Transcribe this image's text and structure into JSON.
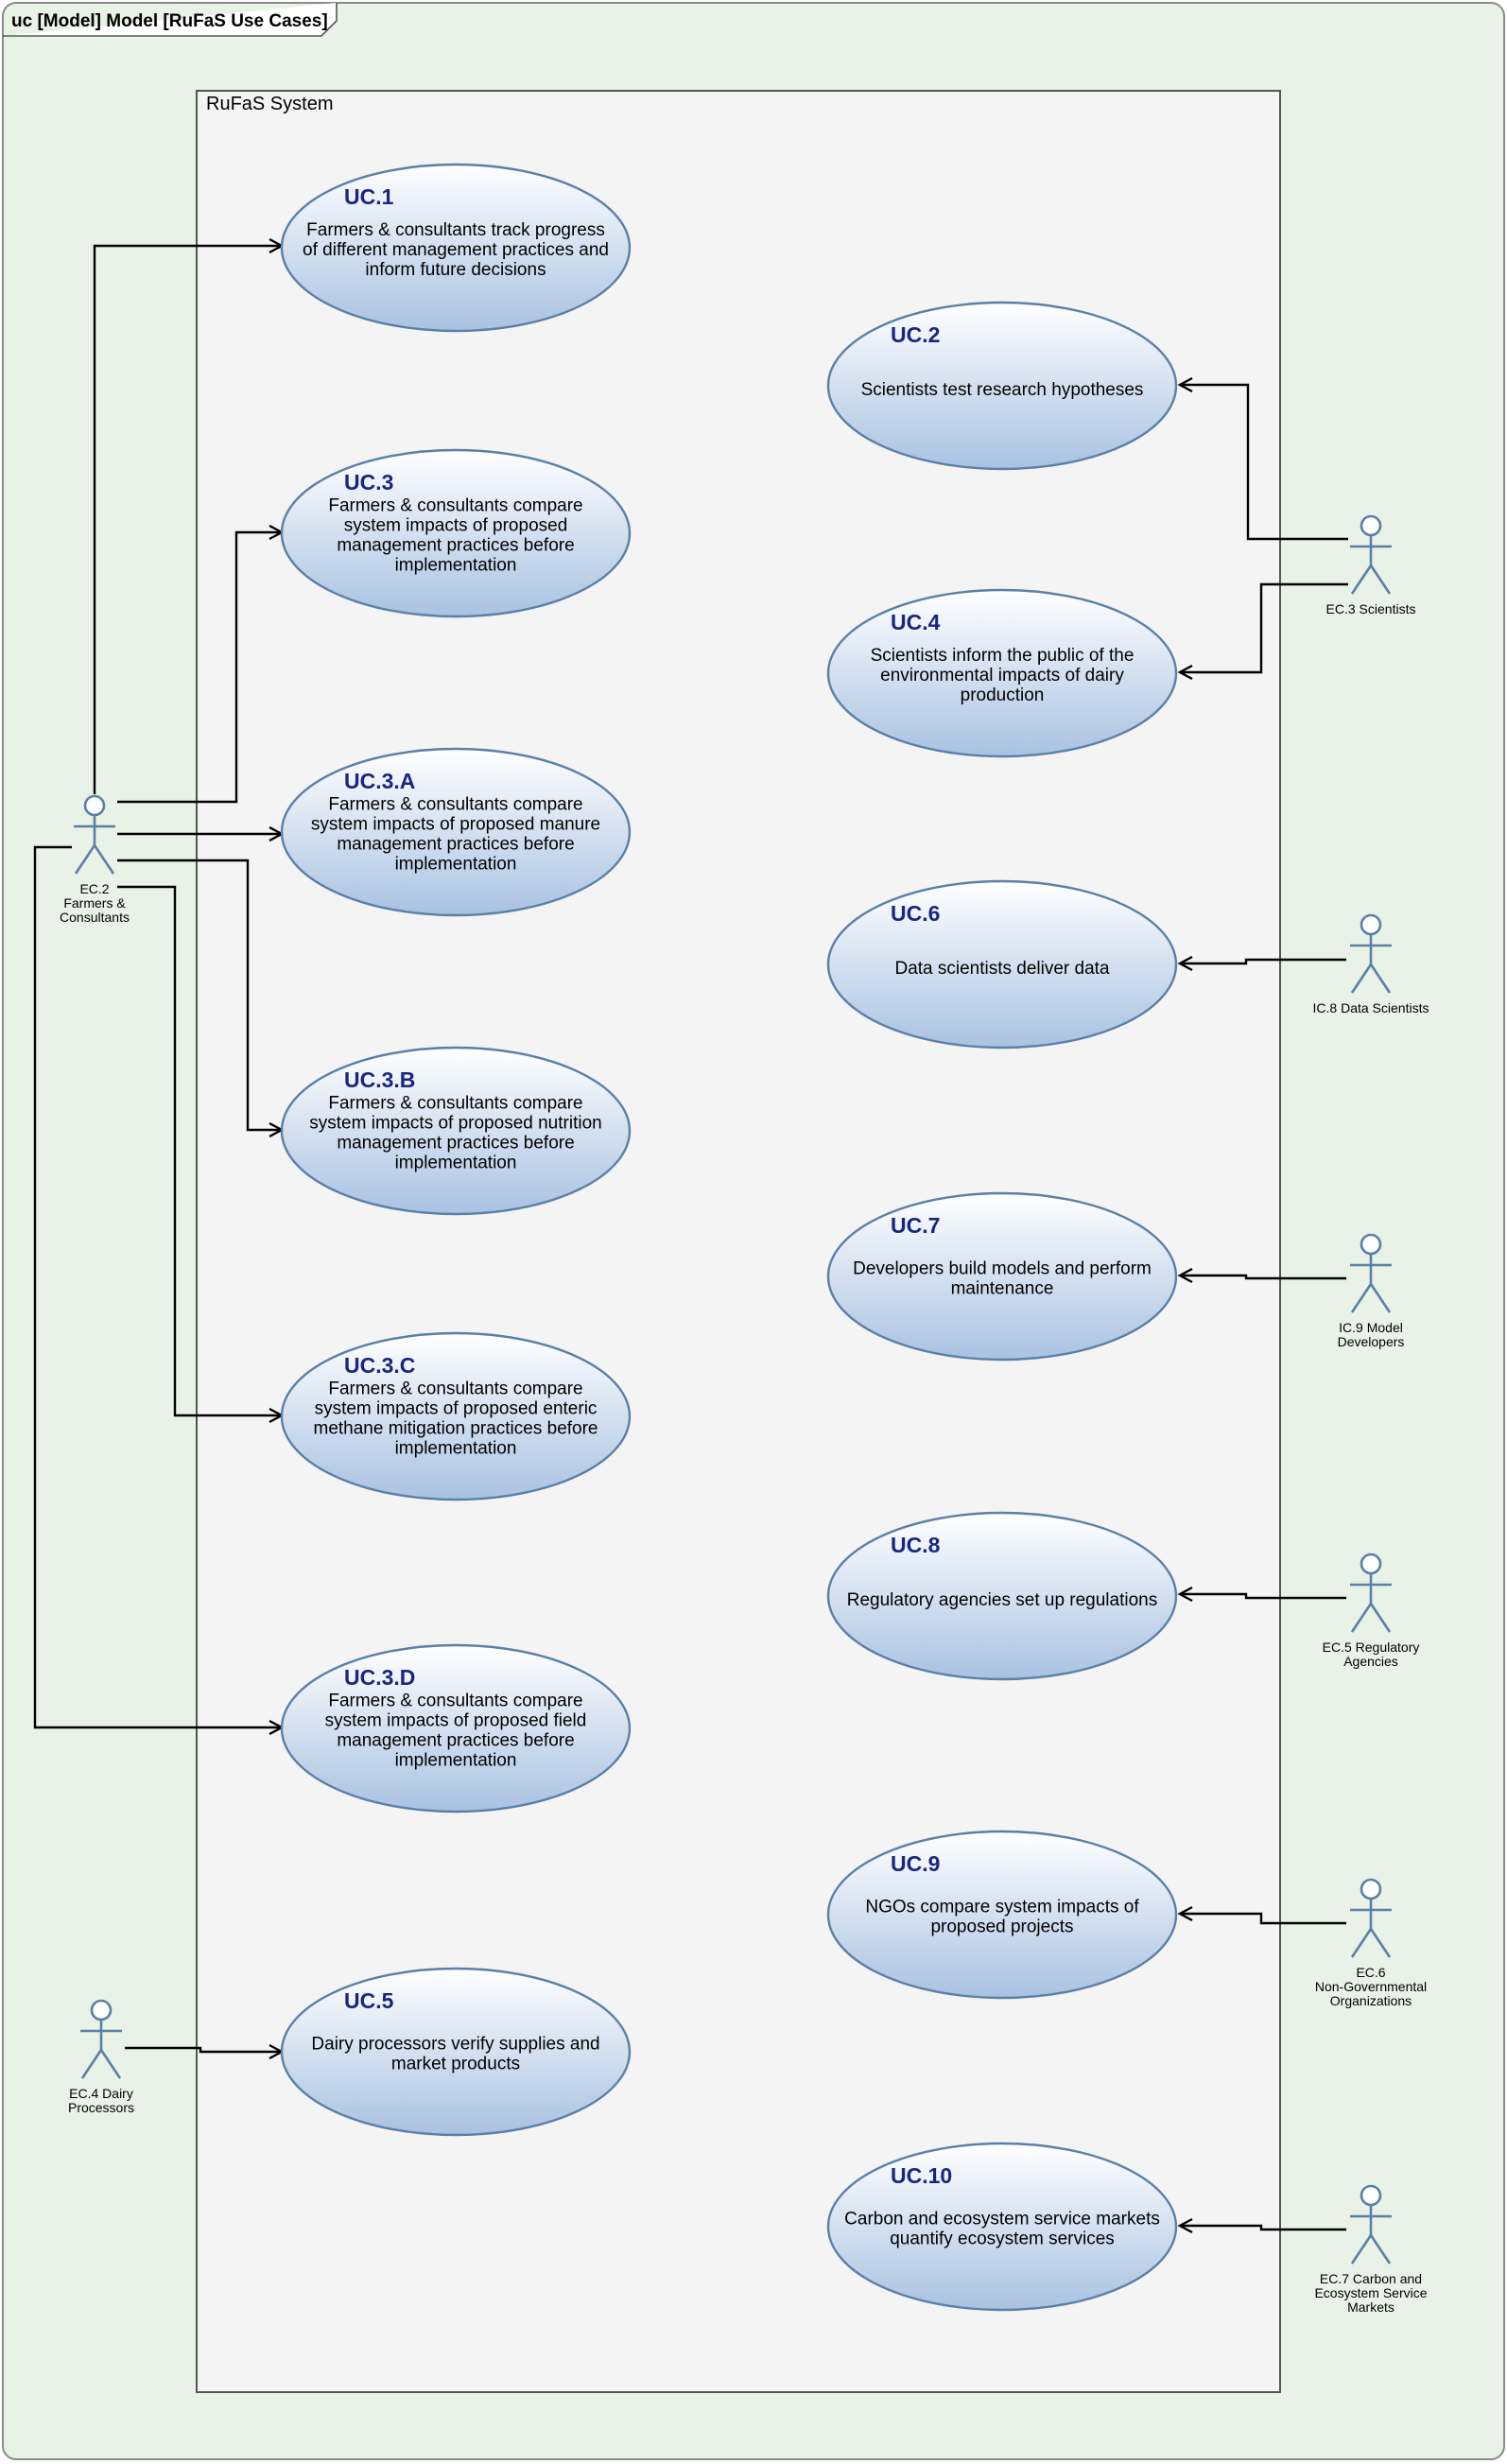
{
  "frame": {
    "title": "uc [Model] Model [RuFaS Use Cases]",
    "system_label": "RuFaS System"
  },
  "colors": {
    "frame_fill": "#e9f2e6",
    "system_fill": "#f4f4f4",
    "ellipse_top": "#ffffff",
    "ellipse_bottom": "#a9c2e2",
    "ellipse_stroke": "#5b7fa6",
    "uc_id": "#1a2580",
    "actor": "#5b7fa6"
  },
  "use_cases": [
    {
      "id": "UC.1",
      "lines": [
        "Farmers & consultants track progress",
        "of different management practices and",
        "inform future decisions"
      ]
    },
    {
      "id": "UC.3",
      "lines": [
        "Farmers & consultants compare",
        "system impacts of proposed",
        "management practices before",
        "implementation"
      ]
    },
    {
      "id": "UC.3.A",
      "lines": [
        "Farmers & consultants compare",
        "system impacts of proposed manure",
        "management practices before",
        "implementation"
      ]
    },
    {
      "id": "UC.3.B",
      "lines": [
        "Farmers & consultants compare",
        "system impacts of proposed nutrition",
        "management practices before",
        "implementation"
      ]
    },
    {
      "id": "UC.3.C",
      "lines": [
        "Farmers & consultants compare",
        "system impacts of proposed enteric",
        "methane mitigation practices before",
        "implementation"
      ]
    },
    {
      "id": "UC.3.D",
      "lines": [
        "Farmers & consultants compare",
        "system impacts of proposed field",
        "management practices before",
        "implementation"
      ]
    },
    {
      "id": "UC.5",
      "lines": [
        "Dairy processors verify supplies and",
        "market products"
      ]
    },
    {
      "id": "UC.2",
      "lines": [
        "Scientists test research hypotheses"
      ]
    },
    {
      "id": "UC.4",
      "lines": [
        "Scientists inform the public of the",
        "environmental impacts of dairy",
        "production"
      ]
    },
    {
      "id": "UC.6",
      "lines": [
        "Data scientists deliver data"
      ]
    },
    {
      "id": "UC.7",
      "lines": [
        "Developers build models and perform",
        "maintenance"
      ]
    },
    {
      "id": "UC.8",
      "lines": [
        "Regulatory agencies set up regulations"
      ]
    },
    {
      "id": "UC.9",
      "lines": [
        "NGOs compare system impacts of",
        "proposed projects"
      ]
    },
    {
      "id": "UC.10",
      "lines": [
        "Carbon and ecosystem service markets",
        "quantify ecosystem services"
      ]
    }
  ],
  "actors": [
    {
      "key": "ec2",
      "lines": [
        "EC.2",
        "Farmers &",
        "Consultants"
      ],
      "uses": [
        "UC.1",
        "UC.3",
        "UC.3.A",
        "UC.3.B",
        "UC.3.C",
        "UC.3.D"
      ]
    },
    {
      "key": "ec4",
      "lines": [
        "EC.4 Dairy",
        "Processors"
      ],
      "uses": [
        "UC.5"
      ]
    },
    {
      "key": "ec3",
      "lines": [
        "EC.3 Scientists"
      ],
      "uses": [
        "UC.2",
        "UC.4"
      ]
    },
    {
      "key": "ic8",
      "lines": [
        "IC.8 Data Scientists"
      ],
      "uses": [
        "UC.6"
      ]
    },
    {
      "key": "ic9",
      "lines": [
        "IC.9 Model",
        "Developers"
      ],
      "uses": [
        "UC.7"
      ]
    },
    {
      "key": "ec5",
      "lines": [
        "EC.5 Regulatory",
        "Agencies"
      ],
      "uses": [
        "UC.8"
      ]
    },
    {
      "key": "ec6",
      "lines": [
        "EC.6",
        "Non-Governmental",
        "Organizations"
      ],
      "uses": [
        "UC.9"
      ]
    },
    {
      "key": "ec7",
      "lines": [
        "EC.7 Carbon and",
        "Ecosystem Service",
        "Markets"
      ],
      "uses": [
        "UC.10"
      ]
    }
  ]
}
